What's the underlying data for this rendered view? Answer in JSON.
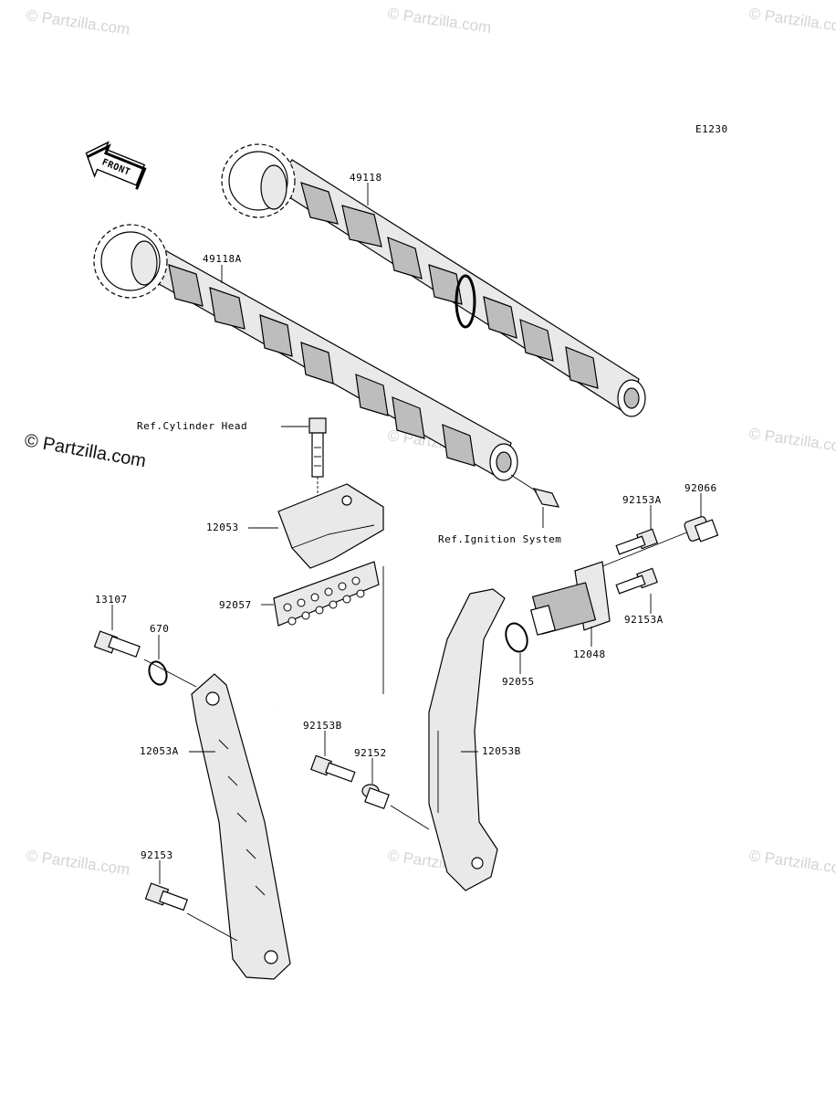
{
  "diagram_code": "E1230",
  "front_arrow_label": "FRONT",
  "watermark": {
    "text": "© Partzilla.com",
    "main_text": "© Partzilla.com"
  },
  "labels": {
    "p49118": "49118",
    "p49118A": "49118A",
    "ref_cylinder_head": "Ref.Cylinder Head",
    "ref_ignition_system": "Ref.Ignition System",
    "p12053": "12053",
    "p92057": "92057",
    "p13107": "13107",
    "p670": "670",
    "p12053A": "12053A",
    "p92153B": "92153B",
    "p92152": "92152",
    "p12053B": "12053B",
    "p92153": "92153",
    "p92153A_top": "92153A",
    "p92066": "92066",
    "p92153A_bottom": "92153A",
    "p12048": "12048",
    "p92055": "92055"
  }
}
